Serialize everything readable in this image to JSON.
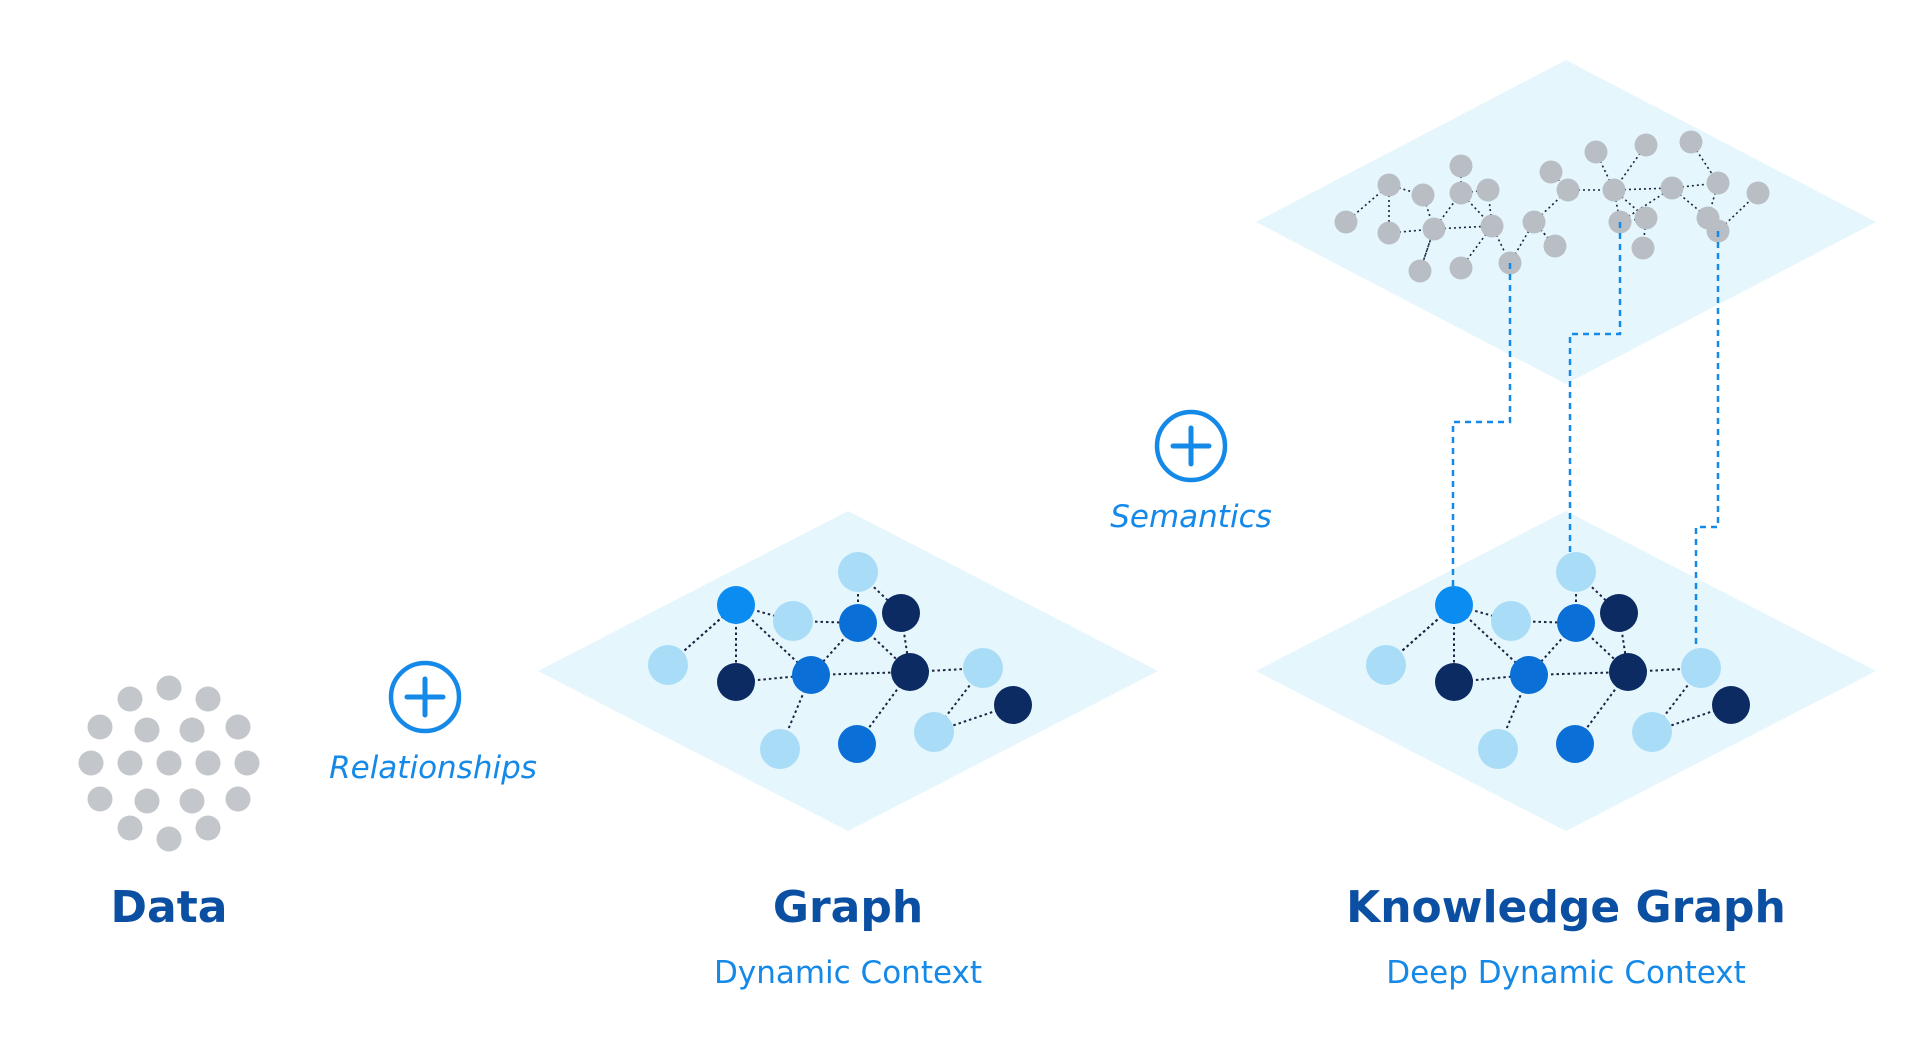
{
  "colors": {
    "plane": "#e6f6fd",
    "gray_node": "#c3c6cb",
    "gray_node_top": "#b9bec5",
    "accent": "#1589e8",
    "title": "#0b4fa3",
    "node_bright": "#0a8cf0",
    "node_mid": "#0a6fd6",
    "node_dark": "#0b2b62",
    "node_light": "#a9dcf6"
  },
  "operators": {
    "relationships": {
      "icon": "plus-circle-icon",
      "label": "Relationships"
    },
    "semantics": {
      "icon": "plus-circle-icon",
      "label": "Semantics"
    }
  },
  "stages": {
    "data": {
      "title": "Data"
    },
    "graph": {
      "title": "Graph",
      "subtitle": "Dynamic Context"
    },
    "knowledge_graph": {
      "title": "Knowledge Graph",
      "subtitle": "Deep Dynamic Context"
    }
  }
}
